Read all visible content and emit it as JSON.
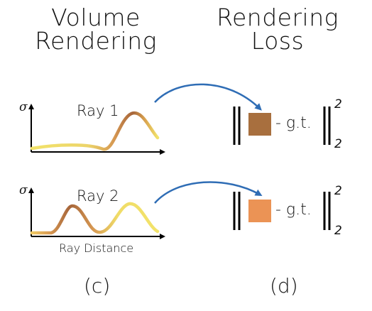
{
  "titles": {
    "volume_rendering_line1": "Volume",
    "volume_rendering_line2": "Rendering",
    "rendering_loss_line1": "Rendering",
    "rendering_loss_line2": "Loss"
  },
  "rays": [
    {
      "label": "Ray 1",
      "color": "#A86F3E"
    },
    {
      "label": "Ray 2",
      "color": "#EB9355"
    }
  ],
  "axis": {
    "y_symbol": "σ",
    "x_caption": "Ray Distance"
  },
  "loss": {
    "minus_gt": "- g.t.",
    "sup": "2",
    "sub": "2"
  },
  "panels": {
    "left": "(c)",
    "right": "(d)"
  },
  "colors": {
    "curve_yellow": "#F2E36A",
    "curve_orange": "#D59651",
    "curve_brown": "#A6653A",
    "arrow_blue": "#2F6DB5"
  }
}
